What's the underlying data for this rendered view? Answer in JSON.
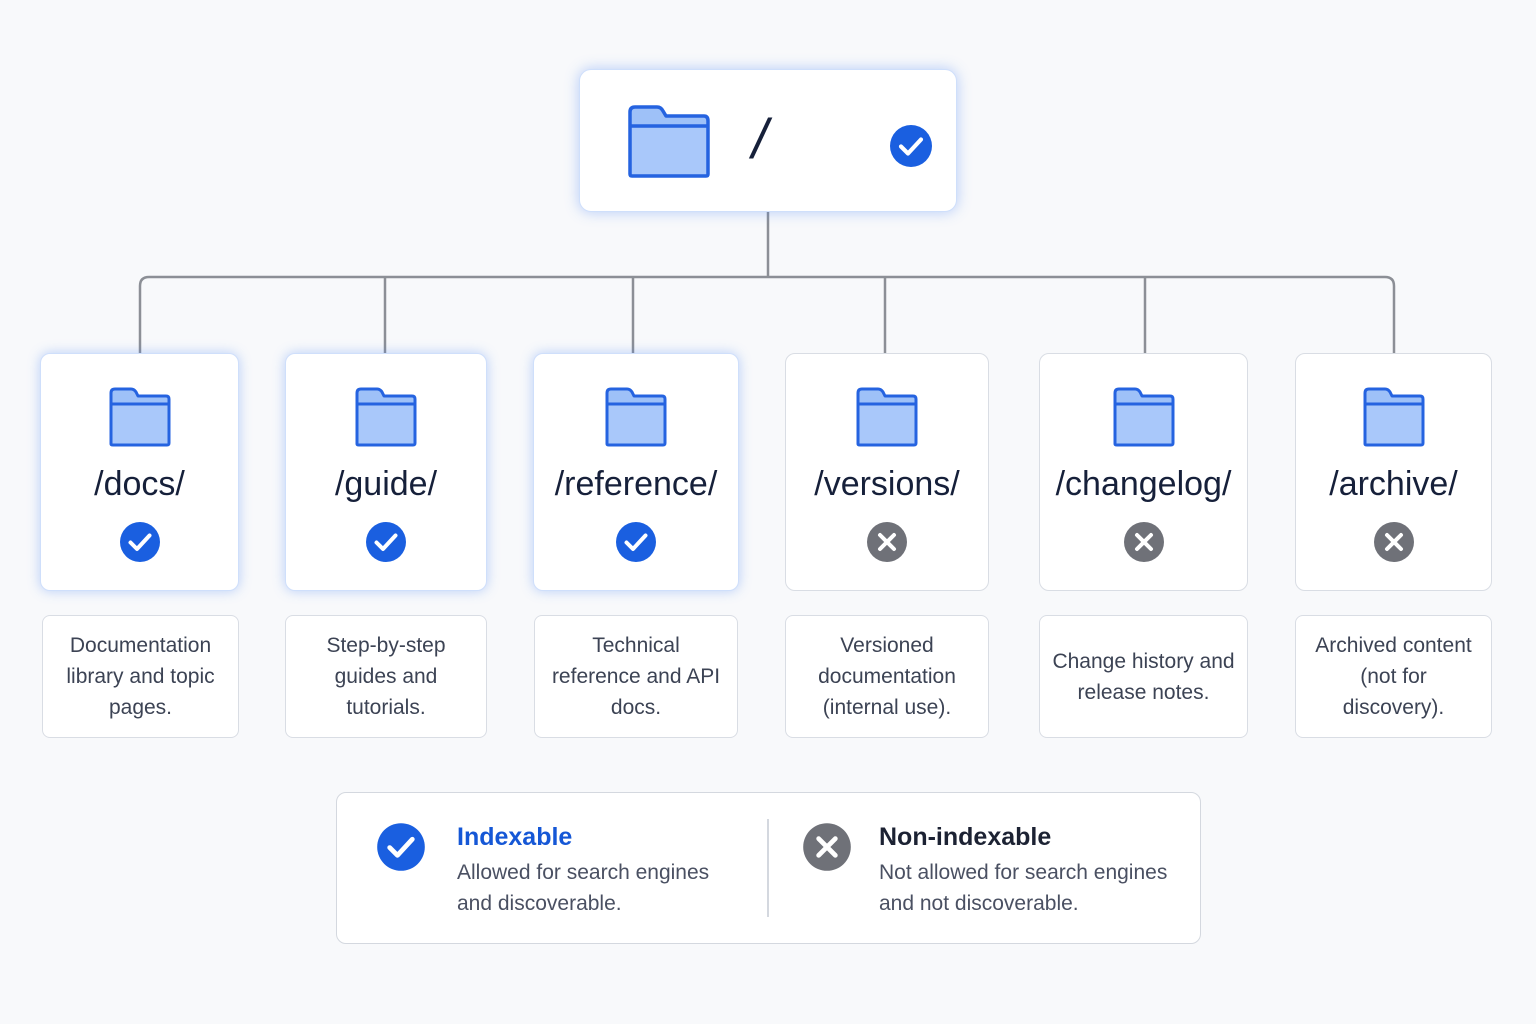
{
  "root": {
    "title": "/",
    "status": "indexable",
    "folder_icon": "folder-icon",
    "badge_icon": "check-circle-icon"
  },
  "folders": [
    {
      "title": "/docs/",
      "status": "indexable",
      "description": "Documentation library and topic pages."
    },
    {
      "title": "/guide/",
      "status": "indexable",
      "description": "Step-by-step guides and tutorials."
    },
    {
      "title": "/reference/",
      "status": "indexable",
      "description": "Technical reference and API docs."
    },
    {
      "title": "/versions/",
      "status": "non-indexable",
      "description": "Versioned documentation (internal use)."
    },
    {
      "title": "/changelog/",
      "status": "non-indexable",
      "description": "Change history and release notes."
    },
    {
      "title": "/archive/",
      "status": "non-indexable",
      "description": "Archived content (not for discovery)."
    }
  ],
  "legend": {
    "indexable": {
      "title": "Indexable",
      "text": "Allowed for search engines and discoverable.",
      "icon": "check-circle-icon"
    },
    "non_indexable": {
      "title": "Non-indexable",
      "text": "Not allowed for search engines and not discoverable.",
      "icon": "x-circle-icon"
    }
  },
  "colors": {
    "accent": "#1a5fe0",
    "accent_text": "#1557d6",
    "folder_fill": "#9ec1f8",
    "folder_stroke": "#2563e0",
    "muted_badge": "#6f7178",
    "connector": "#8c8f96",
    "heading_dark": "#1c2233"
  }
}
